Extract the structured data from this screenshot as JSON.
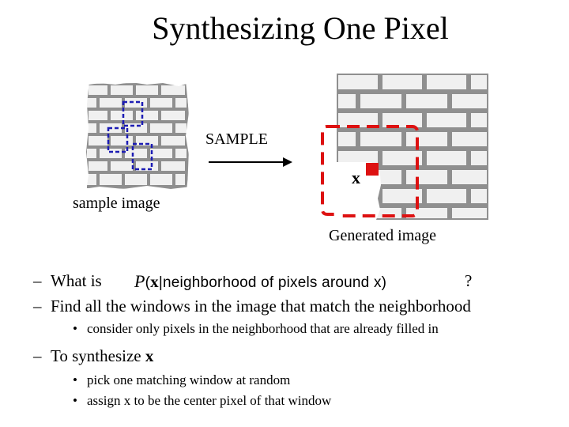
{
  "title": "Synthesizing One Pixel",
  "diagram": {
    "sample_arrow_label": "SAMPLE",
    "sample_image_caption": "sample image",
    "generated_image_caption": "Generated image",
    "pixel_label": "x",
    "colors": {
      "brick_mortar": "#8f8f8f",
      "brick_face": "#f0f0f0",
      "sample_windows": "#1c1cb4",
      "neighborhood_window": "#dd1111",
      "target_pixel": "#dd1111"
    }
  },
  "bullets": [
    {
      "prefix": "What is",
      "suffix": "?"
    },
    {
      "text": "Find all the windows in the image that match the neighborhood"
    },
    {
      "text": "consider only pixels in the neighborhood that are already filled in"
    },
    {
      "prefix": "To synthesize",
      "bold": "x"
    },
    {
      "text": "pick one matching window at random"
    },
    {
      "text": "assign x to be the center pixel of that window"
    }
  ],
  "formula": {
    "p": "P",
    "open": "(",
    "x": "x",
    "middle": "|neighborhood of pixels around ",
    "x2": "x",
    "close": ")"
  }
}
